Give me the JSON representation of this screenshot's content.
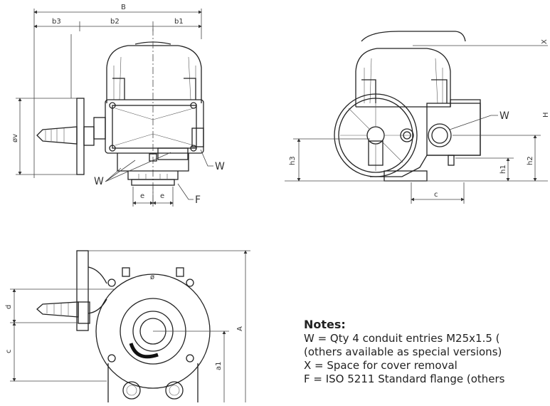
{
  "labels": {
    "B": "B",
    "b1": "b1",
    "b2": "b2",
    "b3": "b3",
    "ov": "øv",
    "W": "W",
    "F": "F",
    "e": "e",
    "X": "X",
    "H": "H",
    "h1": "h1",
    "h2": "h2",
    "h3": "h3",
    "c": "c",
    "d": "d",
    "A": "A",
    "a1": "a1",
    "o": "ø"
  },
  "notes": {
    "title": "Notes:",
    "lines": [
      "W = Qty 4 conduit entries M25x1.5 (",
      "(others available as special versions)",
      "X = Space for cover removal",
      "F = ISO 5211 Standard flange (others"
    ]
  }
}
